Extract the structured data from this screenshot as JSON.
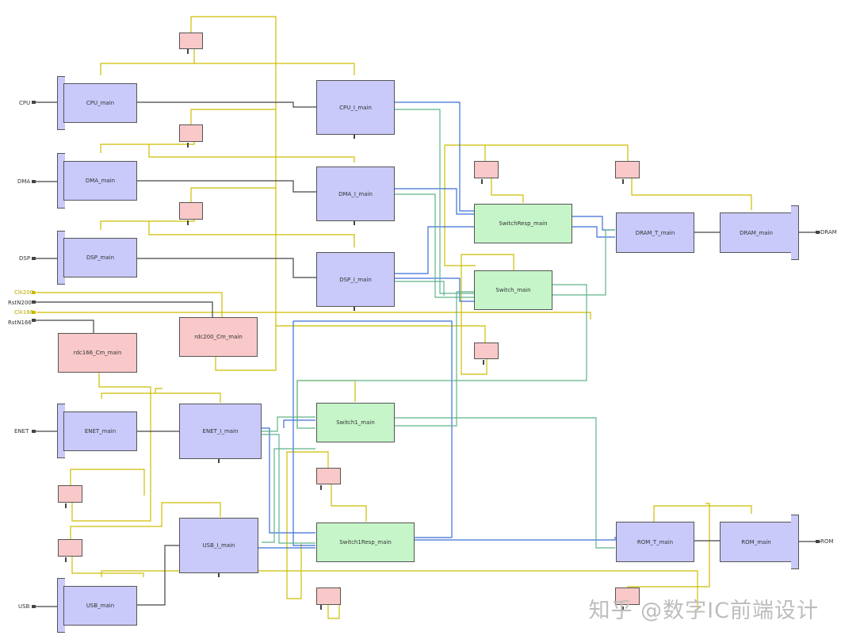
{
  "ports": {
    "cpu": "CPU",
    "dma": "DMA",
    "dsp": "DSP",
    "clk200": "Clk200",
    "rstn200": "RstN200",
    "clk166": "Clk166",
    "rstn166": "RstN166",
    "enet": "ENET",
    "usb": "USB",
    "dram": "DRAM",
    "rom": "ROM"
  },
  "blocks": {
    "cpu_main": "CPU_main",
    "dma_main": "DMA_main",
    "dsp_main": "DSP_main",
    "rdc166": "rdc166_Cm_main",
    "rdc200": "rdc200_Cm_main",
    "enet_main": "ENET_main",
    "usb_main": "USB_main",
    "cpu_i": "CPU_I_main",
    "dma_i": "DMA_I_main",
    "dsp_i": "DSP_I_main",
    "enet_i": "ENET_I_main",
    "usb_i": "USB_I_main",
    "switchresp": "SwitchResp_main",
    "switch": "Switch_main",
    "switch1": "Switch1_main",
    "switch1resp": "Switch1Resp_main",
    "dram_t": "DRAM_T_main",
    "dram_main": "DRAM_main",
    "rom_t": "ROM_T_main",
    "rom_main": "ROM_main"
  },
  "colors": {
    "clock_wire": "#cdbe00",
    "data_wire": "#444444",
    "req_wire": "#3a6fd8",
    "resp_wire": "#5fb38a",
    "block_fill": "#c9c9fa",
    "switch_fill": "#c6f5c9",
    "clk_fill": "#f9c8c8"
  },
  "watermark": "知乎 @数字IC前端设计"
}
